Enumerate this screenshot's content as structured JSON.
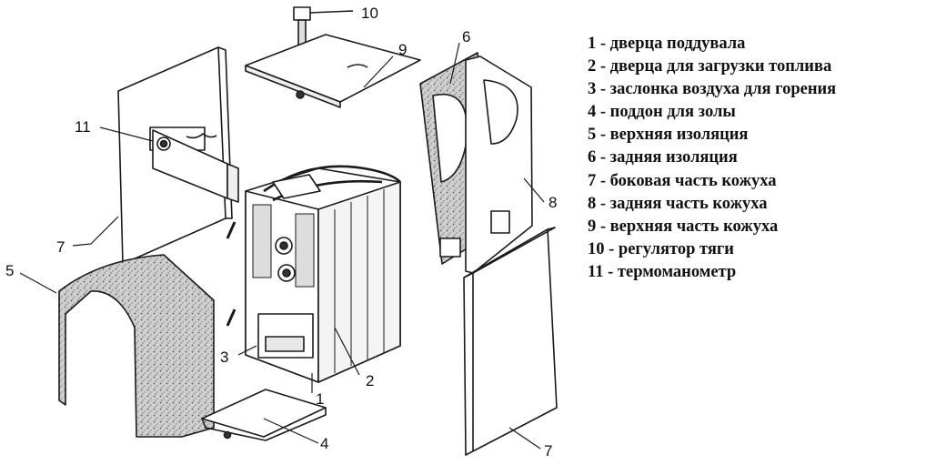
{
  "callouts": {
    "c1": "1",
    "c2": "2",
    "c3": "3",
    "c4": "4",
    "c5": "5",
    "c6": "6",
    "c7a": "7",
    "c7b": "7",
    "c8": "8",
    "c9": "9",
    "c10": "10",
    "c11": "11"
  },
  "legend": [
    "1 - дверца поддувала",
    "2 - дверца для загрузки топлива",
    "3 - заслонка воздуха для горения",
    "4 - поддон для золы",
    "5 - верхняя изоляция",
    "6 - задняя изоляция",
    "7 - боковая часть кожуха",
    "8 - задняя часть кожуха",
    "9 - верхняя часть кожуха",
    "10 - регулятор тяги",
    "11 - термоманометр"
  ]
}
